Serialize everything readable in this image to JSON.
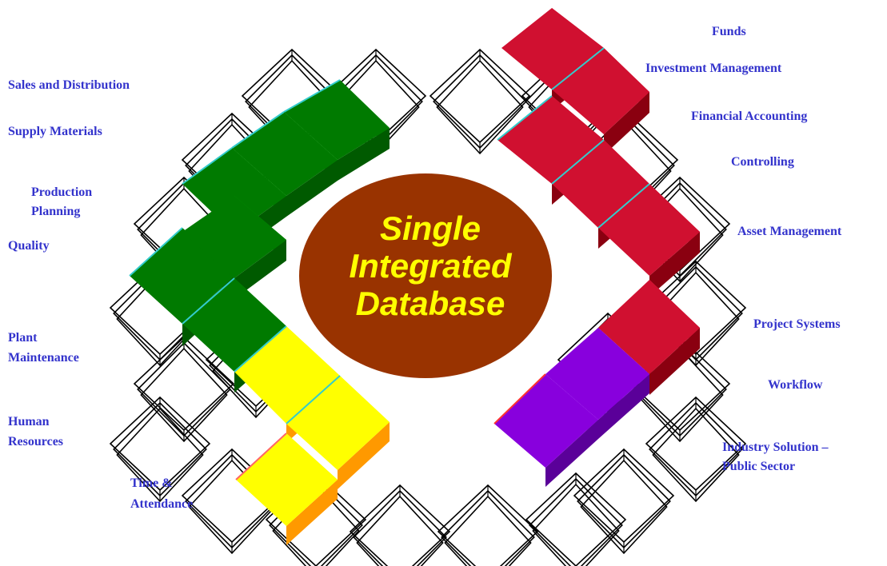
{
  "center": {
    "lines": [
      "Single",
      "Integrated",
      "Database"
    ],
    "ellipse_color": "#993300",
    "text_color": "#ffff00"
  },
  "colors": {
    "label": "#3333cc",
    "green": "#007a00",
    "red": "#d01030",
    "yellow": "#ffff00",
    "purple": "#8800dd",
    "wireframe": "#000000"
  },
  "left_modules": {
    "sales_distribution": "Sales and Distribution",
    "supply_materials": "Supply  Materials",
    "production_planning_1": "Production",
    "production_planning_2": "Planning",
    "quality": "Quality",
    "plant_maintenance_1": "Plant",
    "plant_maintenance_2": "Maintenance",
    "human_resources_1": "Human",
    "human_resources_2": "Resources",
    "time_attendance_1": "Time &",
    "time_attendance_2": "Attendance"
  },
  "right_modules": {
    "funds": "Funds",
    "investment_management": "Investment Management",
    "financial_accounting": "Financial Accounting",
    "controlling": "Controlling",
    "asset_management": "Asset Management",
    "project_systems": "Project Systems",
    "workflow": "Workflow",
    "industry_solution_1": "Industry   Solution   –",
    "industry_solution_2": "Public Sector"
  }
}
